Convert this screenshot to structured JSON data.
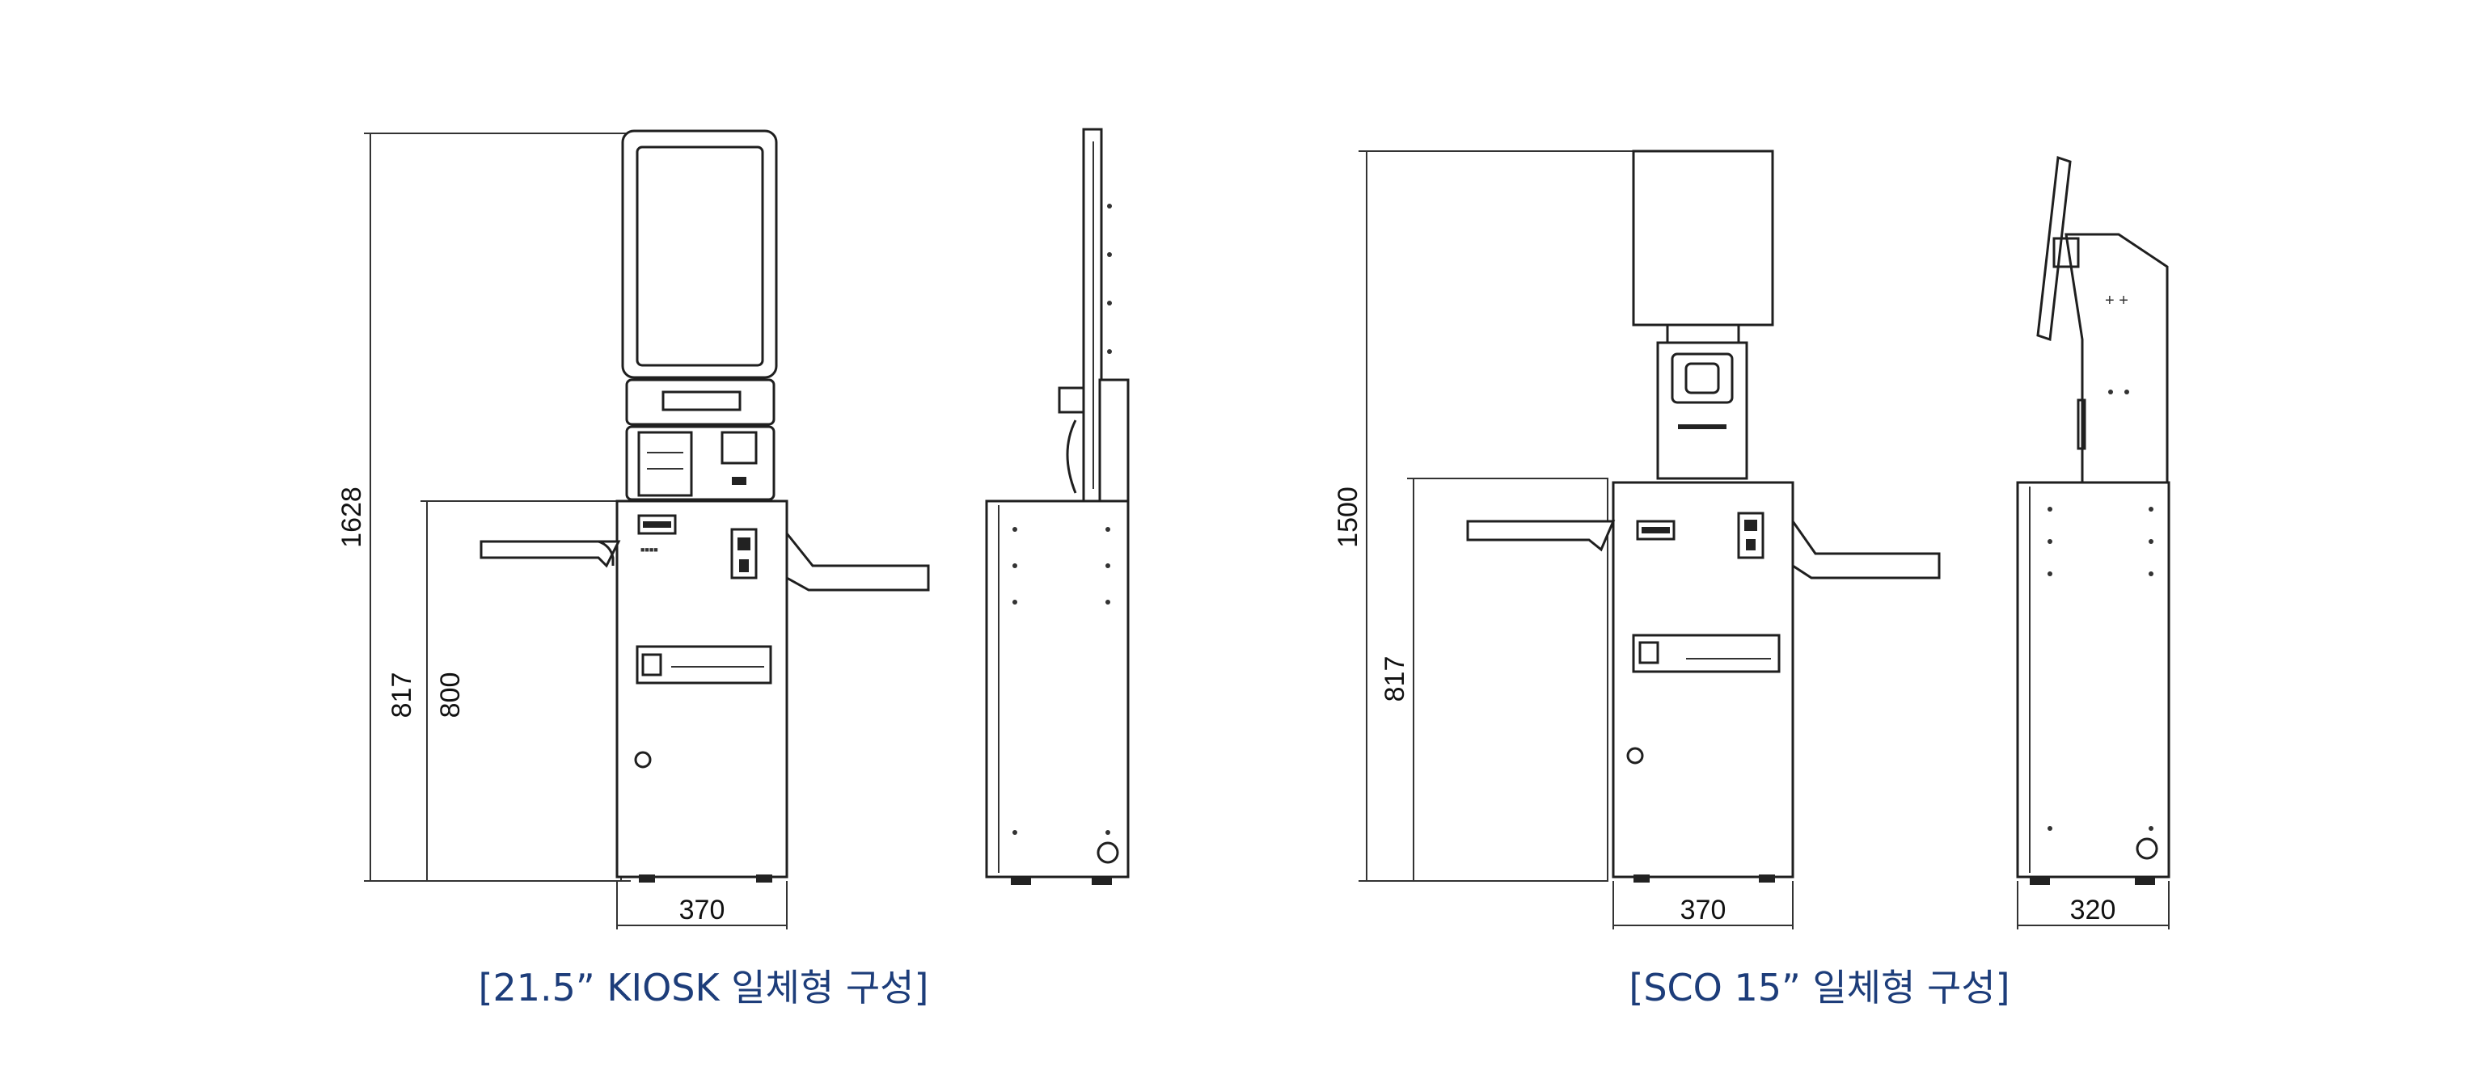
{
  "figures": [
    {
      "caption": "[21.5” KIOSK 일체형 구성]",
      "dimensions": {
        "total_height": "1628",
        "base_height": "817",
        "gate_height": "800",
        "width": "370"
      }
    },
    {
      "caption": "[SCO 15” 일체형 구성]",
      "dimensions": {
        "total_height": "1500",
        "base_height": "817",
        "width": "370",
        "side_depth": "320"
      }
    }
  ]
}
